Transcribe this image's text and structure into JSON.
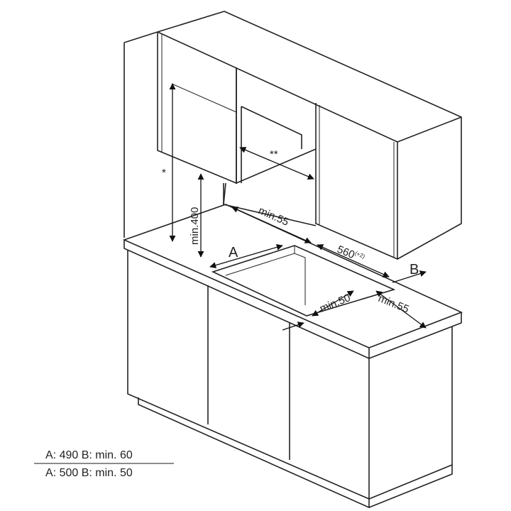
{
  "diagram": {
    "labels": {
      "star1": "*",
      "star2": "**",
      "min400": "min.400",
      "min55_top": "min.55",
      "a": "A",
      "dim560": "560",
      "tolerance": "(+2)",
      "b": "B",
      "min50": "min.50",
      "min55_right": "min.55"
    },
    "legend": {
      "row1": "A: 490  B: min. 60",
      "row2": "A: 500  B: min. 50"
    }
  }
}
